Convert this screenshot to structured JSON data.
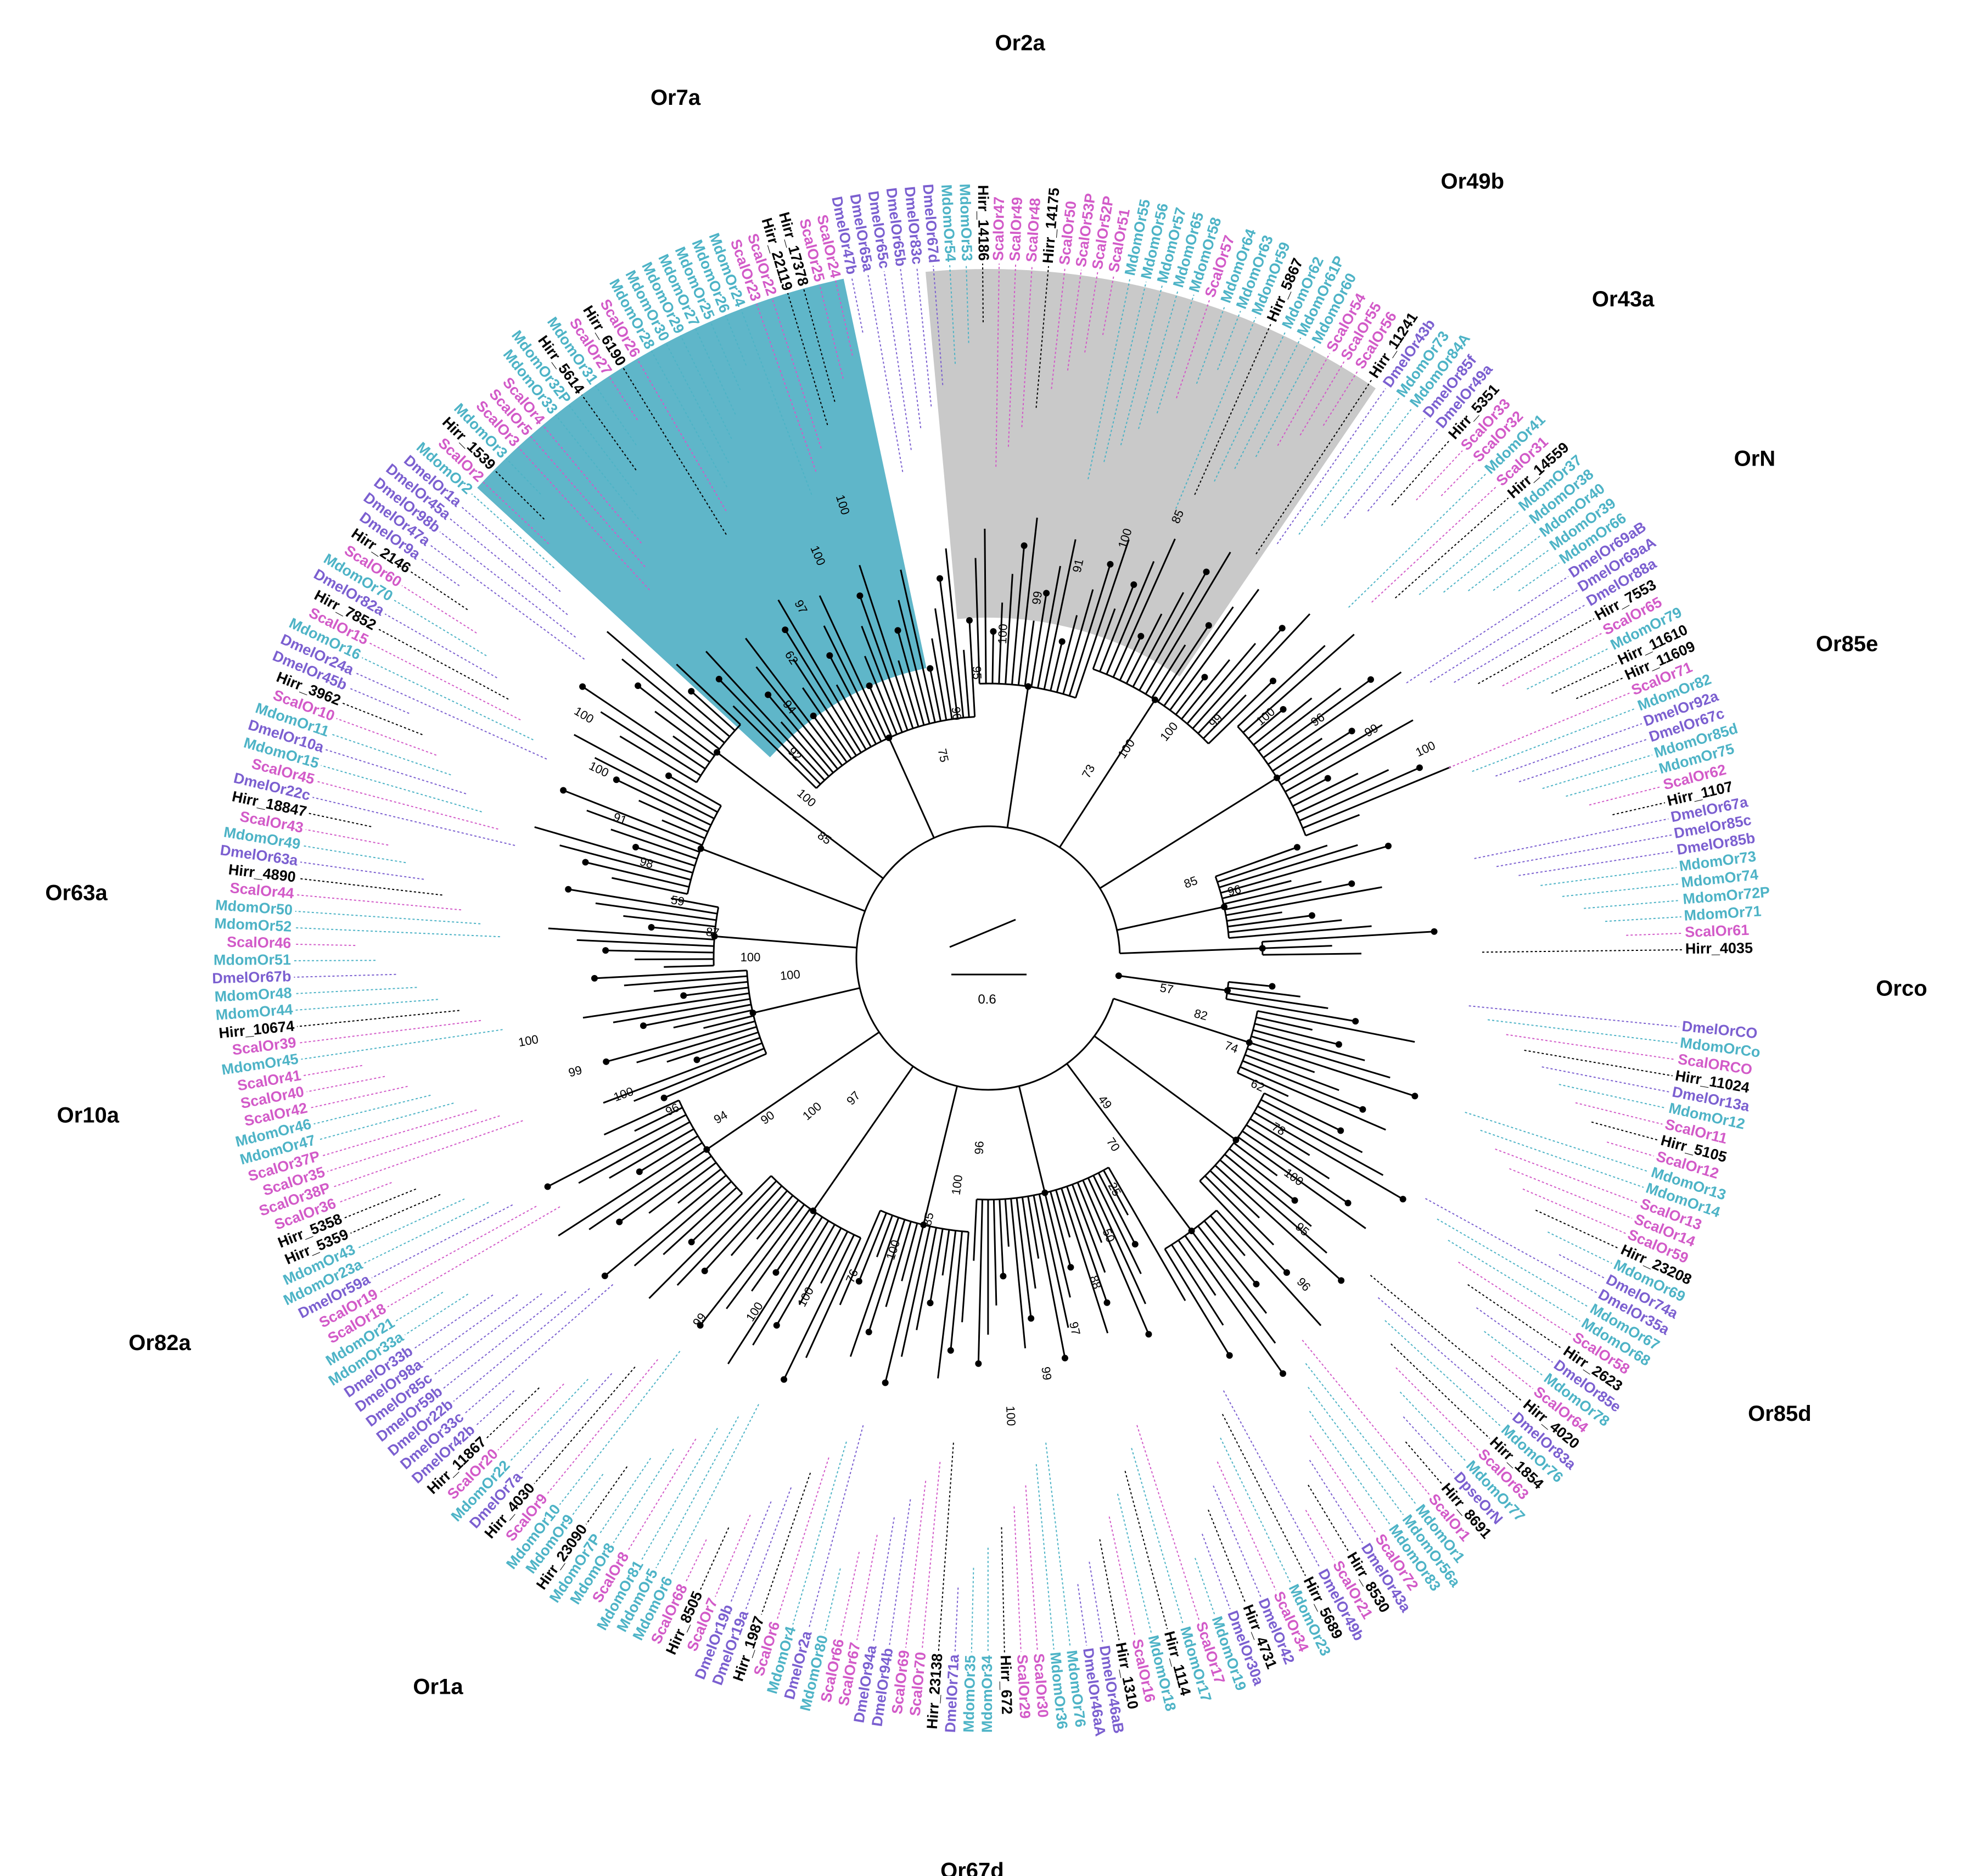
{
  "colors": {
    "Dmel": "#7b5fd0",
    "Scal": "#d25ac8",
    "Mdom": "#4db3c6",
    "Hirr": "#000000",
    "or1a_highlight": "#5fb6c9",
    "or67d_highlight": "#c9c9c9",
    "branch": "#000000"
  },
  "scale_bar": {
    "label": "0.6"
  },
  "clade_labels": [
    {
      "id": "Or2a",
      "text": "Or2a",
      "angle": -88
    },
    {
      "id": "Or7a",
      "text": "Or7a",
      "angle": -110
    },
    {
      "id": "Or49b",
      "text": "Or49b",
      "angle": -58
    },
    {
      "id": "Or43a",
      "text": "Or43a",
      "angle": -46
    },
    {
      "id": "OrN",
      "text": "OrN",
      "angle": -33
    },
    {
      "id": "Or85e",
      "text": "Or85e",
      "angle": -20
    },
    {
      "id": "Orco",
      "text": "Orco",
      "angle": 2
    },
    {
      "id": "Or85d",
      "text": "Or85d",
      "angle": 30
    },
    {
      "id": "Or67d",
      "text": "Or67d",
      "angle": 91
    },
    {
      "id": "Or1a",
      "text": "Or1a",
      "angle": 127
    },
    {
      "id": "Or82a",
      "text": "Or82a",
      "angle": 155
    },
    {
      "id": "Or10a",
      "text": "Or10a",
      "angle": 170
    },
    {
      "id": "Or63a",
      "text": "Or63a",
      "angle": 184
    }
  ],
  "tips": [
    "DmelOrCO",
    "MdomOrCo",
    "ScalORCO",
    "Hirr_11024",
    "DmelOr13a",
    "MdomOr12",
    "ScalOr11",
    "Hirr_5105",
    "ScalOr12",
    "MdomOr13",
    "MdomOr14",
    "ScalOr13",
    "ScalOr14",
    "ScalOr59",
    "Hirr_23208",
    "MdomOr69",
    "DmelOr74a",
    "DmelOr35a",
    "MdomOr67",
    "MdomOr68",
    "ScalOr58",
    "Hirr_2623",
    "DmelOr85e",
    "MdomOr78",
    "ScalOr64",
    "Hirr_4020",
    "DmelOr83a",
    "MdomOr76",
    "Hirr_1854",
    "ScalOr63",
    "MdomOr77",
    "DpseOrN",
    "Hirr_8691",
    "ScalOr1",
    "MdomOr1",
    "MdomOr56a",
    "MdomOr83",
    "ScalOr72",
    "DmelOr43a",
    "Hirr_8530",
    "ScalOr21",
    "DmelOr49b",
    "Hirr_5689",
    "MdomOr23",
    "ScalOr34",
    "DmelOr42",
    "Hirr_4731",
    "DmelOr30a",
    "MdomOr19",
    "ScalOr17",
    "MdomOr17",
    "Hirr_1114",
    "MdomOr18",
    "ScalOr16",
    "Hirr_1310",
    "DmelOr46aB",
    "DmelOr46aA",
    "MdomOr76",
    "MdomOr36",
    "ScalOr30",
    "ScalOr29",
    "Hirr_672",
    "MdomOr34",
    "MdomOr35",
    "DmelOr71a",
    "Hirr_23138",
    "ScalOr70",
    "ScalOr69",
    "DmelOr94b",
    "DmelOr94a",
    "ScalOr67",
    "ScalOr66",
    "MdomOr80",
    "DmelOr2a",
    "MdomOr4",
    "ScalOr6",
    "Hirr_1987",
    "DmelOr19a",
    "DmelOr19b",
    "ScalOr7",
    "Hirr_8505",
    "ScalOr68",
    "MdomOr6",
    "MdomOr5",
    "MdomOr81",
    "ScalOr8",
    "MdomOr8",
    "MdomOr7P",
    "Hirr_23090",
    "MdomOr9",
    "MdomOr10",
    "ScalOr9",
    "Hirr_4030",
    "DmelOr7a",
    "MdomOr22",
    "ScalOr20",
    "Hirr_11867",
    "DmelOr42b",
    "DmelOr33c",
    "DmelOr22b",
    "DmelOr59b",
    "DmelOr85c",
    "DmelOr98a",
    "DmelOr33b",
    "MdomOr33a",
    "MdomOr21",
    "ScalOr18",
    "ScalOr19",
    "DmelOr59a",
    "MdomOr23a",
    "MdomOr43",
    "Hirr_5359",
    "Hirr_5358",
    "ScalOr36",
    "ScalOr38P",
    "ScalOr35",
    "ScalOr37P",
    "MdomOr47",
    "MdomOr46",
    "ScalOr42",
    "ScalOr40",
    "ScalOr41",
    "MdomOr45",
    "ScalOr39",
    "Hirr_10674",
    "MdomOr44",
    "MdomOr48",
    "DmelOr67b",
    "MdomOr51",
    "ScalOr46",
    "MdomOr52",
    "MdomOr50",
    "ScalOr44",
    "Hirr_4890",
    "DmelOr63a",
    "MdomOr49",
    "ScalOr43",
    "Hirr_18847",
    "DmelOr22c",
    "ScalOr45",
    "MdomOr15",
    "DmelOr10a",
    "MdomOr11",
    "ScalOr10",
    "Hirr_3962",
    "DmelOr45b",
    "DmelOr24a",
    "MdomOr16",
    "ScalOr15",
    "Hirr_7852",
    "DmelOr82a",
    "MdomOr70",
    "ScalOr60",
    "Hirr_2146",
    "DmelOr9a",
    "DmelOr47a",
    "DmelOr98b",
    "DmelOr45a",
    "DmelOr1a",
    "MdomOr2",
    "ScalOr2",
    "Hirr_1539",
    "MdomOr3",
    "ScalOr3",
    "ScalOr5",
    "ScalOr4",
    "MdomOr33",
    "MdomOr32P",
    "Hirr_5614",
    "MdomOr31",
    "ScalOr27",
    "Hirr_6190",
    "ScalOr26",
    "MdomOr28",
    "MdomOr30",
    "MdomOr29",
    "MdomOr27",
    "MdomOr25",
    "MdomOr26",
    "MdomOr24",
    "ScalOr23",
    "ScalOr22",
    "Hirr_22119",
    "Hirr_17378",
    "ScalOr25",
    "ScalOr24",
    "DmelOr47b",
    "DmelOr65a",
    "DmelOr65c",
    "DmelOr65b",
    "DmelOr83c",
    "DmelOr67d",
    "MdomOr54",
    "MdomOr53",
    "Hirr_14186",
    "ScalOr47",
    "ScalOr49",
    "ScalOr48",
    "Hirr_14175",
    "ScalOr50",
    "ScalOr53P",
    "ScalOr52P",
    "ScalOr51",
    "MdomOr55",
    "MdomOr56",
    "MdomOr57",
    "MdomOr65",
    "MdomOr58",
    "ScalOr57",
    "MdomOr64",
    "MdomOr63",
    "MdomOr59",
    "Hirr_5867",
    "MdomOr62",
    "MdomOr61P",
    "MdomOr60",
    "ScalOr54",
    "ScalOr55",
    "ScalOr56",
    "Hirr_11241",
    "DmelOr43b",
    "MdomOr73",
    "MdomOr84A",
    "DmelOr85f",
    "DmelOr49a",
    "Hirr_5351",
    "ScalOr33",
    "ScalOr32",
    "MdomOr41",
    "ScalOr31",
    "Hirr_14559",
    "MdomOr37",
    "MdomOr38",
    "MdomOr40",
    "MdomOr39",
    "MdomOr66",
    "DmelOr69aB",
    "DmelOr69aA",
    "DmelOr88a",
    "Hirr_7553",
    "ScalOr65",
    "MdomOr79",
    "Hirr_11610",
    "Hirr_11609",
    "ScalOr71",
    "MdomOr82",
    "DmelOr92a",
    "DmelOr67c",
    "MdomOr85d",
    "MdomOr75",
    "ScalOr62",
    "Hirr_1107",
    "DmelOr67a",
    "DmelOr85c",
    "DmelOr85b",
    "MdomOr73",
    "MdomOr74",
    "MdomOr72P",
    "MdomOr71",
    "ScalOr61",
    "Hirr_4035"
  ],
  "bootstrap_values": [
    "57",
    "82",
    "74",
    "62",
    "78",
    "100",
    "95",
    "96",
    "49",
    "70",
    "25",
    "50",
    "88",
    "97",
    "99",
    "100",
    "96",
    "100",
    "85",
    "100",
    "76",
    "100",
    "100",
    "99",
    "97",
    "100",
    "90",
    "94",
    "96",
    "100",
    "99",
    "100",
    "100",
    "100",
    "87",
    "59",
    "98",
    "91",
    "100",
    "100",
    "85",
    "100",
    "92",
    "94",
    "62",
    "97",
    "100",
    "100",
    "75",
    "90",
    "95",
    "100",
    "99",
    "91",
    "100",
    "85",
    "73",
    "100",
    "100",
    "99",
    "100",
    "96",
    "99",
    "100",
    "85",
    "96"
  ]
}
